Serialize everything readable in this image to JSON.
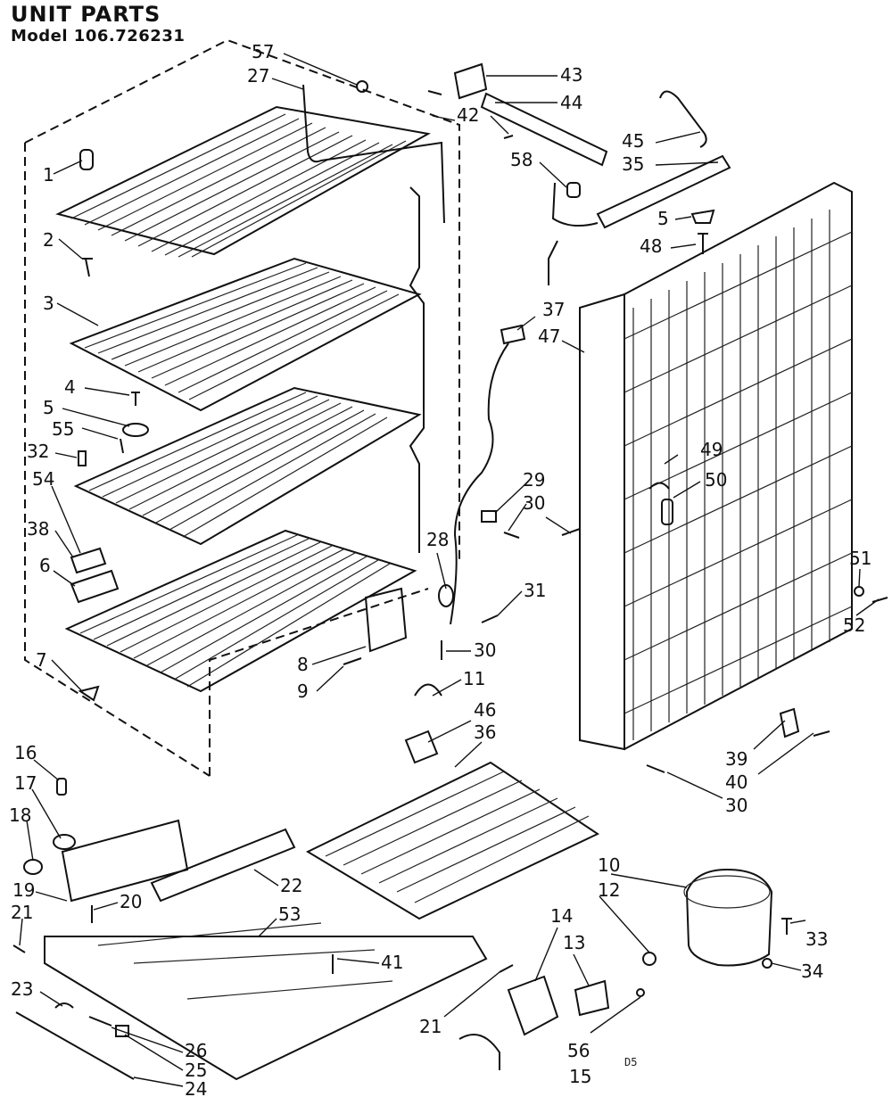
{
  "header": {
    "title": "UNIT PARTS",
    "model": "Model 106.726231"
  },
  "footer": {
    "code": "D5"
  },
  "callouts": [
    {
      "id": "c57",
      "text": "57"
    },
    {
      "id": "c27",
      "text": "27"
    },
    {
      "id": "c43",
      "text": "43"
    },
    {
      "id": "c44",
      "text": "44"
    },
    {
      "id": "c42",
      "text": "42"
    },
    {
      "id": "c45",
      "text": "45"
    },
    {
      "id": "c35",
      "text": "35"
    },
    {
      "id": "c58",
      "text": "58"
    },
    {
      "id": "c5a",
      "text": "5"
    },
    {
      "id": "c48",
      "text": "48"
    },
    {
      "id": "c1",
      "text": "1"
    },
    {
      "id": "c2",
      "text": "2"
    },
    {
      "id": "c3",
      "text": "3"
    },
    {
      "id": "c37",
      "text": "37"
    },
    {
      "id": "c47",
      "text": "47"
    },
    {
      "id": "c4",
      "text": "4"
    },
    {
      "id": "c5b",
      "text": "5"
    },
    {
      "id": "c55",
      "text": "55"
    },
    {
      "id": "c32",
      "text": "32"
    },
    {
      "id": "c49",
      "text": "49"
    },
    {
      "id": "c50",
      "text": "50"
    },
    {
      "id": "c54",
      "text": "54"
    },
    {
      "id": "c29",
      "text": "29"
    },
    {
      "id": "c30a",
      "text": "30"
    },
    {
      "id": "c38",
      "text": "38"
    },
    {
      "id": "c28",
      "text": "28"
    },
    {
      "id": "c6",
      "text": "6"
    },
    {
      "id": "c31",
      "text": "31"
    },
    {
      "id": "c51",
      "text": "51"
    },
    {
      "id": "c52",
      "text": "52"
    },
    {
      "id": "c30b",
      "text": "30"
    },
    {
      "id": "c7",
      "text": "7"
    },
    {
      "id": "c8",
      "text": "8"
    },
    {
      "id": "c11",
      "text": "11"
    },
    {
      "id": "c9",
      "text": "9"
    },
    {
      "id": "c46",
      "text": "46"
    },
    {
      "id": "c36",
      "text": "36"
    },
    {
      "id": "c16",
      "text": "16"
    },
    {
      "id": "c39",
      "text": "39"
    },
    {
      "id": "c17",
      "text": "17"
    },
    {
      "id": "c40",
      "text": "40"
    },
    {
      "id": "c30c",
      "text": "30"
    },
    {
      "id": "c18",
      "text": "18"
    },
    {
      "id": "c22",
      "text": "22"
    },
    {
      "id": "c19",
      "text": "19"
    },
    {
      "id": "c20",
      "text": "20"
    },
    {
      "id": "c10",
      "text": "10"
    },
    {
      "id": "c12",
      "text": "12"
    },
    {
      "id": "c21a",
      "text": "21"
    },
    {
      "id": "c53",
      "text": "53"
    },
    {
      "id": "c14",
      "text": "14"
    },
    {
      "id": "c33",
      "text": "33"
    },
    {
      "id": "c13",
      "text": "13"
    },
    {
      "id": "c41",
      "text": "41"
    },
    {
      "id": "c34",
      "text": "34"
    },
    {
      "id": "c23",
      "text": "23"
    },
    {
      "id": "c21b",
      "text": "21"
    },
    {
      "id": "c26",
      "text": "26"
    },
    {
      "id": "c56",
      "text": "56"
    },
    {
      "id": "c25",
      "text": "25"
    },
    {
      "id": "c15",
      "text": "15"
    },
    {
      "id": "c24",
      "text": "24"
    }
  ]
}
